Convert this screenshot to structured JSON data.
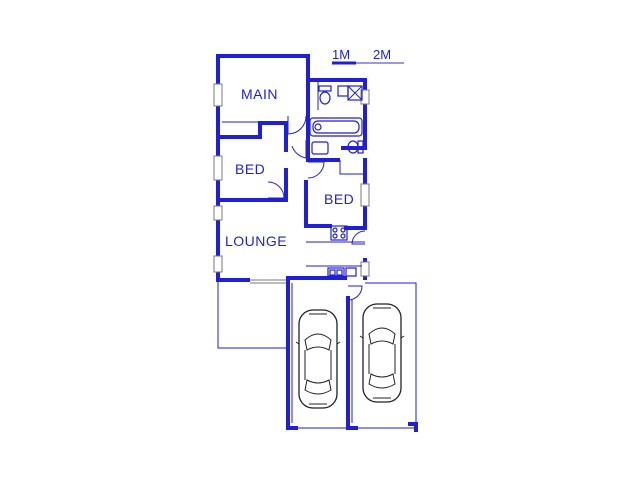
{
  "scale_bar": {
    "label_1": "1M",
    "label_2": "2M"
  },
  "rooms": {
    "main": "MAIN",
    "bed_1": "BED",
    "bed_2": "BED",
    "lounge": "LOUNGE"
  },
  "colors": {
    "wall": "#1f1fd6",
    "car_outline": "#222222",
    "window_frame": "#7a7a7a"
  }
}
